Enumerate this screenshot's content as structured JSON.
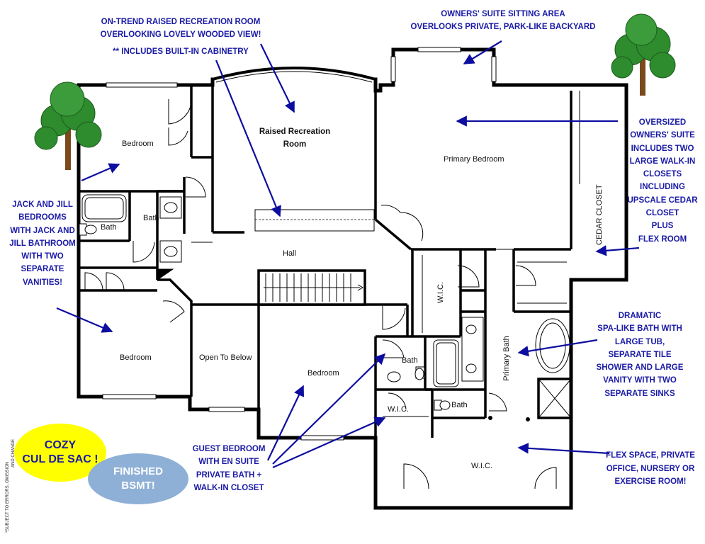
{
  "callouts": {
    "recreation_1": "ON-TREND RAISED RECREATION ROOM",
    "recreation_2": "OVERLOOKING LOVELY WOODED VIEW!",
    "recreation_3": "** INCLUDES BUILT-IN CABINETRY",
    "sitting_1": "OWNERS' SUITE SITTING AREA",
    "sitting_2": "OVERLOOKS PRIVATE, PARK-LIKE BACKYARD",
    "owners_suite": [
      "OVERSIZED",
      "OWNERS' SUITE",
      "INCLUDES TWO",
      "LARGE WALK-IN",
      "CLOSETS",
      "INCLUDING",
      "UPSCALE CEDAR",
      "CLOSET",
      "PLUS",
      "FLEX ROOM"
    ],
    "jack_jill": [
      "JACK AND JILL",
      "BEDROOMS",
      "WITH JACK AND",
      "JILL BATHROOM",
      "WITH TWO",
      "SEPARATE",
      "VANITIES!"
    ],
    "spa_bath": [
      "DRAMATIC",
      "SPA-LIKE BATH WITH",
      "LARGE TUB,",
      "SEPARATE TILE",
      "SHOWER AND LARGE",
      "VANITY WITH TWO",
      "SEPARATE SINKS"
    ],
    "flex_space": [
      "FLEX SPACE, PRIVATE",
      "OFFICE, NURSERY OR",
      "EXERCISE ROOM!"
    ],
    "guest_bedroom": [
      "GUEST BEDROOM",
      "WITH EN SUITE",
      "PRIVATE BATH +",
      "WALK-IN CLOSET"
    ]
  },
  "rooms": {
    "bedroom_nw": "Bedroom",
    "bath_left": "Bath",
    "bath_mid": "Bath",
    "bedroom_sw": "Bedroom",
    "recreation_1": "Raised Recreation",
    "recreation_2": "Room",
    "hall": "Hall",
    "open_to_below": "Open To Below",
    "bedroom_center": "Bedroom",
    "primary_bedroom": "Primary Bedroom",
    "cedar_closet": "CEDAR CLOSET",
    "wic_1": "W.I.C.",
    "primary_bath": "Primary Bath",
    "bath_guest": "Bath",
    "wic_guest": "W.I.C.",
    "bath_small": "Bath",
    "wic_large": "W.I.C."
  },
  "badges": {
    "cozy_1": "COZY",
    "cozy_2": "CUL DE SAC !",
    "bsmt_1": "FINISHED",
    "bsmt_2": "BSMT!"
  },
  "disclaimer": {
    "line_1": "*SUBJECT TO ERRORS, OMISSION",
    "line_2": "AND CHANGE"
  },
  "colors": {
    "callout_text": "#1a1aa6",
    "arrow": "#0d0da0",
    "wall": "#000000",
    "cozy_badge": "#ffff00",
    "bsmt_badge": "#8fb0d6",
    "tree_leaf": "#2e8b2e",
    "tree_trunk": "#7a4a1c"
  }
}
